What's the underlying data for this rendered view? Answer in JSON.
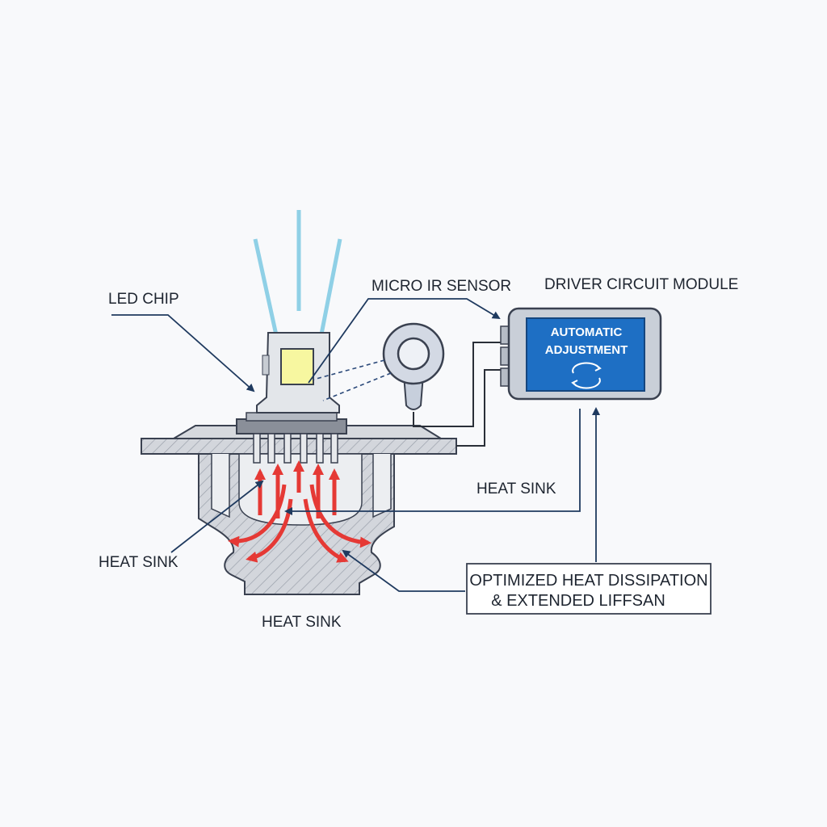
{
  "labels": {
    "led_chip": "LED CHIP",
    "ir_sensor": "MICRO IR SENSOR",
    "driver_module": "DRIVER CIRCUIT MODULE",
    "heat_sink_right": "HEAT SINK",
    "heat_sink_left": "HEAT SINK",
    "heat_sink_bottom": "HEAT SINK"
  },
  "module_screen": {
    "line1": "AUTOMATIC",
    "line2": "ADJUSTMENT"
  },
  "result_box": {
    "line1": "OPTIMIZED HEAT DISSIPATION",
    "line2": "& EXTENDED LIFFSAN"
  },
  "colors": {
    "background": "#f8f9fb",
    "outline": "#3a4150",
    "leader_line": "#1f3a5f",
    "heat_arrow": "#e53935",
    "light_beam": "#8fd0e6",
    "led_emitter": "#f7f7a0",
    "module_screen": "#1e6fc4",
    "module_body": "#c9cfd8"
  }
}
